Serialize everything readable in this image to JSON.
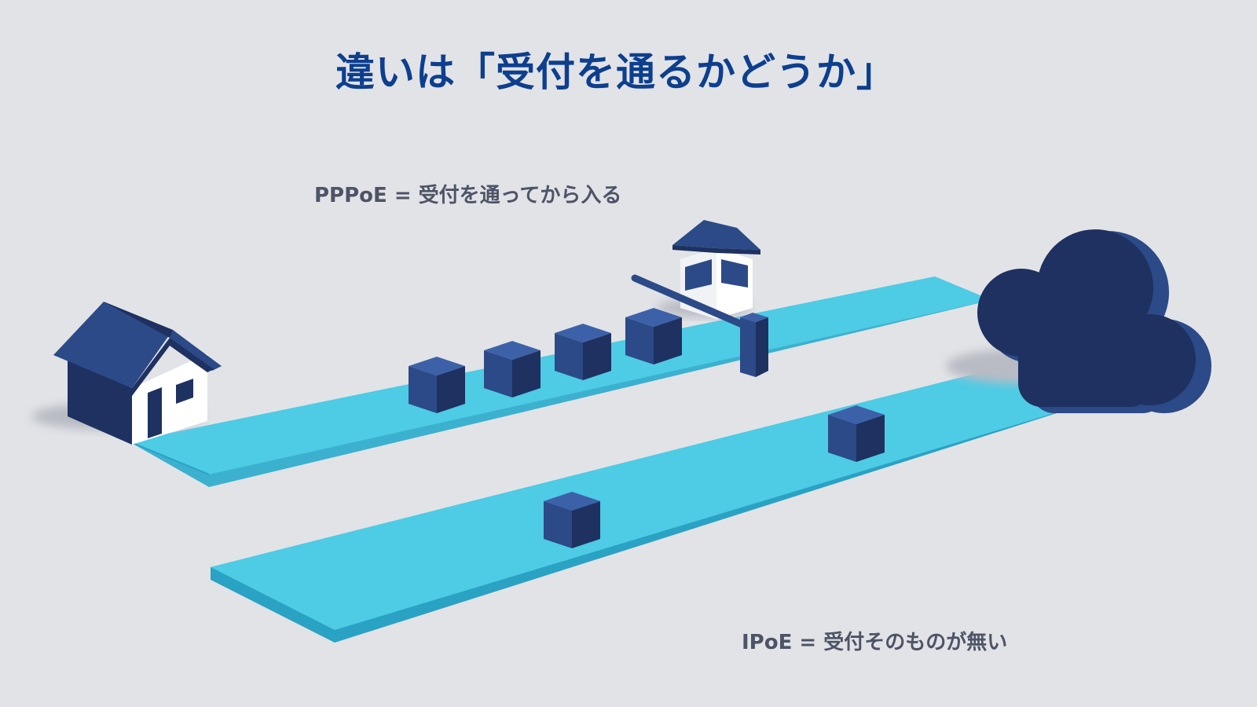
{
  "title": "違いは「受付を通るかどうか」",
  "pppoe": {
    "label": "PPPoE = 受付を通ってから入る"
  },
  "ipoe": {
    "label": "IPoE = 受付そのものが無い"
  },
  "icons": [
    "house-icon",
    "guard-booth-icon",
    "gate-barrier-icon",
    "packet-icon",
    "cloud-icon"
  ],
  "colors": {
    "background": "#e2e3e7",
    "road": "#4ecbe5",
    "road_edge": "#2aa2c4",
    "navy": "#2b4a87",
    "navy_dark": "#1e3160",
    "title": "#0d3f8e",
    "label": "#4d5466"
  }
}
